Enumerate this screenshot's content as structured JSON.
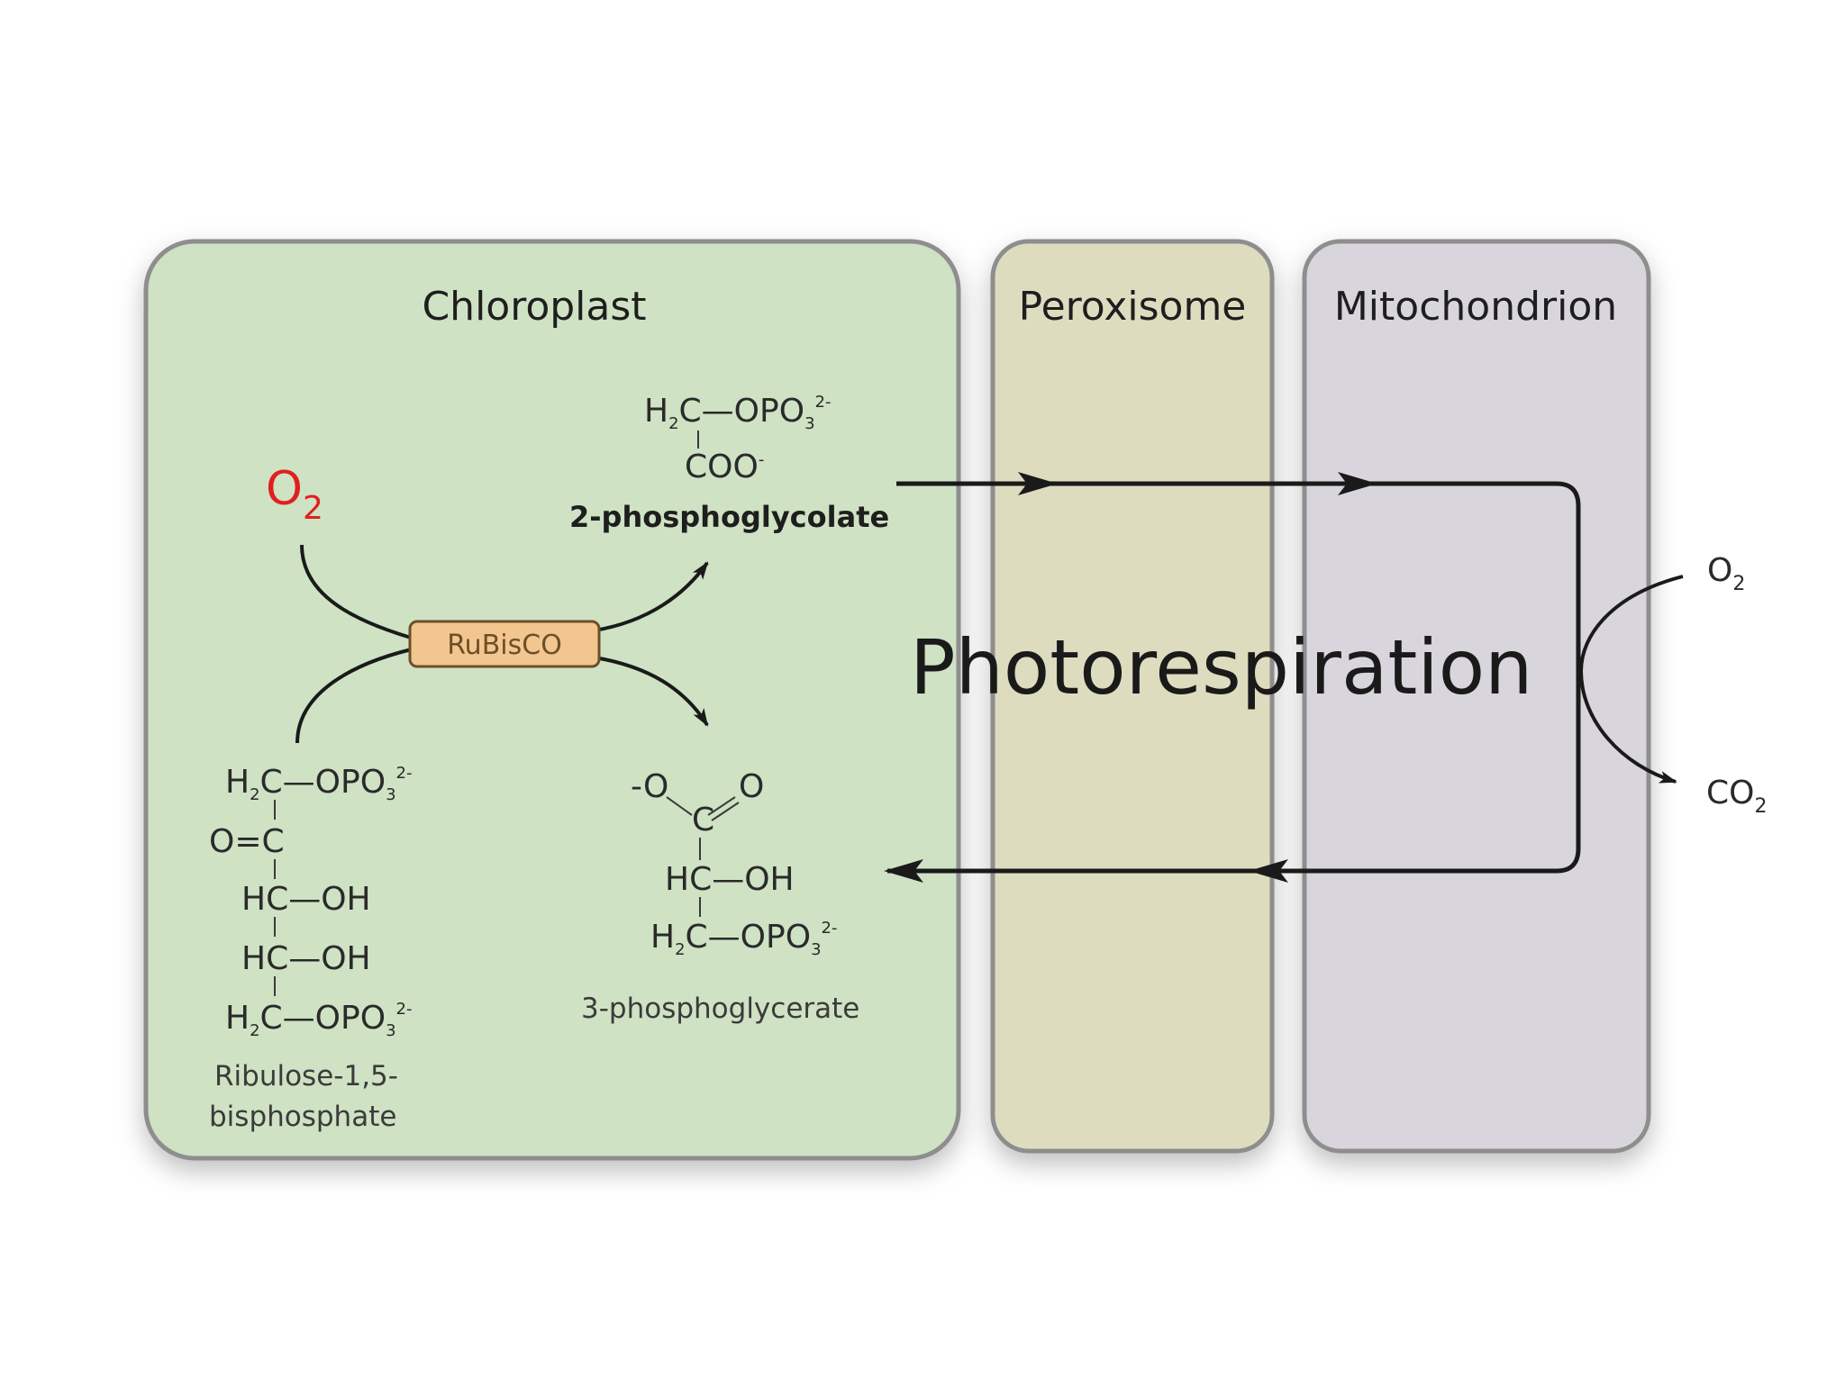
{
  "compartments": {
    "chloroplast": "Chloroplast",
    "peroxisome": "Peroxisome",
    "mitochondrion": "Mitochondrion"
  },
  "central_label": "Photorespiration",
  "enzyme": "RuBisCO",
  "oxygen_in": {
    "base": "O",
    "sub": "2"
  },
  "oxygen_mito": {
    "base": "O",
    "sub": "2"
  },
  "co2_out": {
    "base": "CO",
    "sub": "2"
  },
  "phosphoglycolate": {
    "name": "2-phosphoglycolate",
    "line1": {
      "a": "H",
      "b": "2",
      "c": "C—OPO",
      "d": "3",
      "e": "2-"
    },
    "line2": "COO",
    "line2_charge": "-"
  },
  "phosphoglycerate": {
    "name": "3-phosphoglycerate",
    "top_o_left": "-O",
    "top_o_right": "O",
    "carbon": "C",
    "line2": "HC—OH",
    "line3": {
      "a": "H",
      "b": "2",
      "c": "C—OPO",
      "d": "3",
      "e": "2-"
    }
  },
  "rubp": {
    "name_line1": "Ribulose-1,5-",
    "name_line2": "bisphosphate",
    "line1": {
      "a": "H",
      "b": "2",
      "c": "C—OPO",
      "d": "3",
      "e": "2-"
    },
    "line2": "O=C",
    "line3": "HC—OH",
    "line4": "HC—OH",
    "line5": {
      "a": "H",
      "b": "2",
      "c": "C—OPO",
      "d": "3",
      "e": "2-"
    }
  },
  "colors": {
    "chloroplast_fill": "#cfe2c4",
    "peroxisome_fill": "#dedcbf",
    "mitochondrion_fill": "#d8d5dc",
    "border": "#8e8e8e",
    "enzyme_fill": "#f3c68f",
    "enzyme_border": "#6b4f2a",
    "oxygen_red": "#e0201f",
    "arrow": "#1a1a1a"
  }
}
